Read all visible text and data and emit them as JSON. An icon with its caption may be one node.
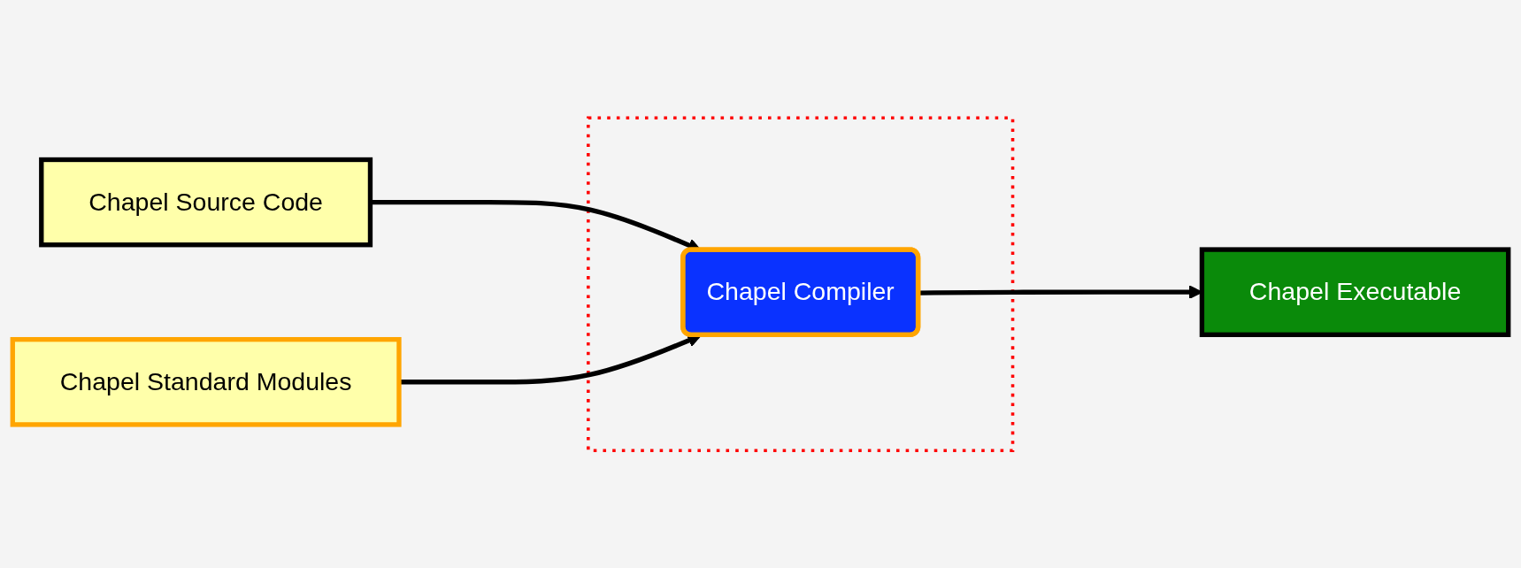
{
  "diagram": {
    "nodes": [
      {
        "text": [
          "Chapel Source Code"
        ]
      },
      {
        "text": [],
        "shape": "box"
      },
      {
        "text": [
          "Chapel Compiler"
        ],
        "in": 1
      },
      {
        "text": [
          "Chapel Executable"
        ]
      },
      {
        "text": [
          "Chapel Standard Modules"
        ]
      }
    ],
    "edges": [
      {
        "from": 0,
        "to": 2,
        "arrow": "to"
      },
      {
        "from": 2,
        "to": 3,
        "arrow": "to"
      },
      {
        "from": 4,
        "to": 2,
        "arrow": "to"
      }
    ]
  }
}
